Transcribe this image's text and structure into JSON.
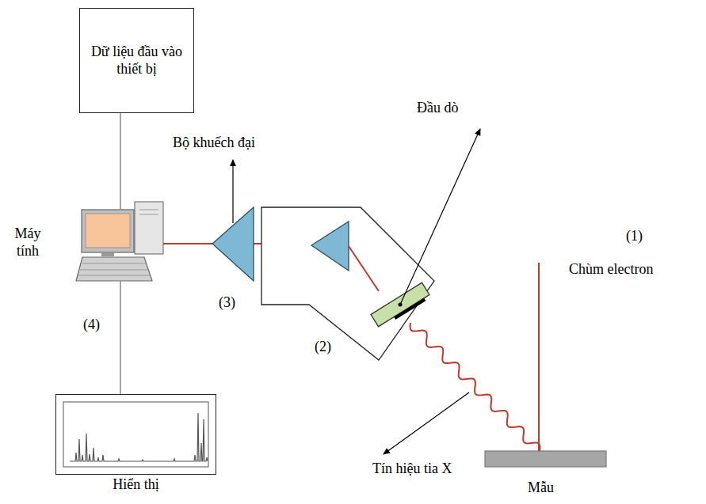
{
  "diagram": {
    "nodes": [
      {
        "text": [
          "Dữ liệu đầu vào thiết bị"
        ]
      },
      {
        "text": [
          "Máy tính"
        ]
      },
      {
        "text": [
          "Hiển thị"
        ]
      }
    ],
    "edges": [
      {
        "from": 0,
        "to": 1,
        "arrow": "none"
      },
      {
        "from": 1,
        "to": 2,
        "arrow": "none"
      }
    ],
    "labels": [
      "Bộ khuếch đại",
      "Đầu dò",
      "(1)",
      "Chùm electron",
      "(3)",
      "(2)",
      "(4)",
      "Tín hiệu tia X",
      "Mẫu"
    ]
  }
}
